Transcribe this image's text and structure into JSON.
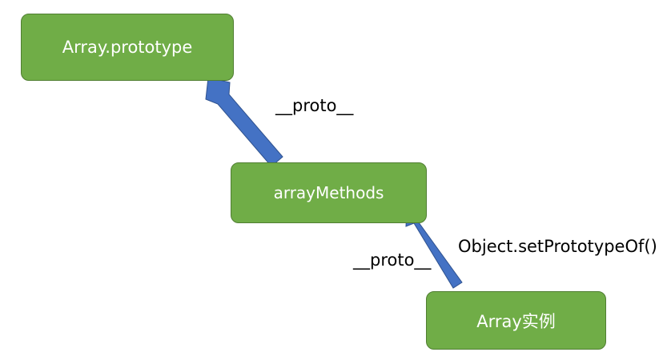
{
  "nodes": {
    "array_prototype": "Array.prototype",
    "array_methods": "arrayMethods",
    "array_instance": "Array实例"
  },
  "edges": {
    "methods_to_prototype": "__proto__",
    "instance_to_methods": "__proto__",
    "instance_to_methods_note": "Object.setPrototypeOf()"
  },
  "colors": {
    "node_fill": "#70ad47",
    "node_border": "#507e32",
    "arrow_fill": "#4472c4",
    "arrow_border": "#2f528f"
  }
}
